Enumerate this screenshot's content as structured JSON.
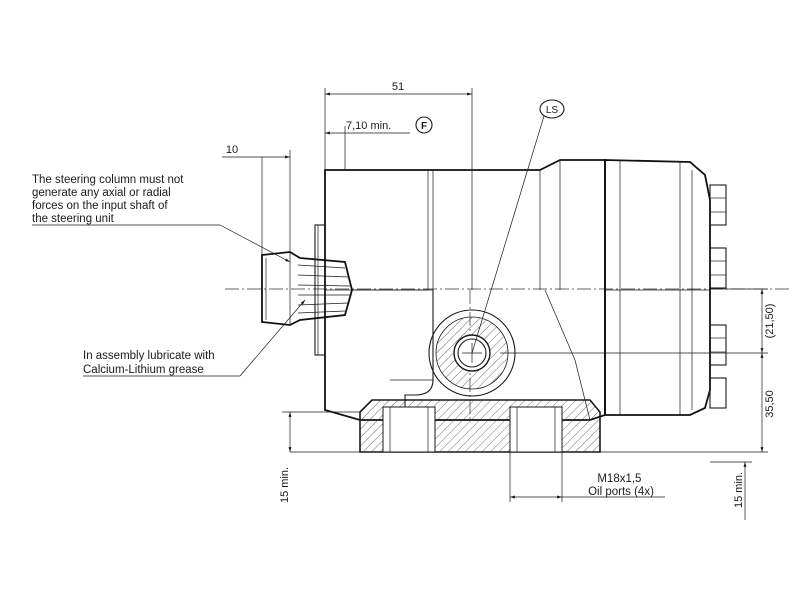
{
  "dimensions": {
    "overall_width": "51",
    "min_engagement": "7,10 min.",
    "shaft_length": "10",
    "ls_offset": "(21,50)",
    "port_height": "35,50",
    "left_clearance": "15 min.",
    "right_clearance": "15 min."
  },
  "markers": {
    "f_label": "F",
    "ls_label": "LS"
  },
  "notes": {
    "steering_note": [
      "The steering column must not",
      "generate any axial or radial",
      "forces on the input shaft of",
      "the steering unit"
    ],
    "lubrication_note": [
      "In assembly lubricate with",
      "Calcium-Lithium grease"
    ],
    "port_note": [
      "M18x1,5",
      "Oil ports (4x)"
    ]
  },
  "colors": {
    "line": "#1a1a1a",
    "background": "#ffffff"
  }
}
